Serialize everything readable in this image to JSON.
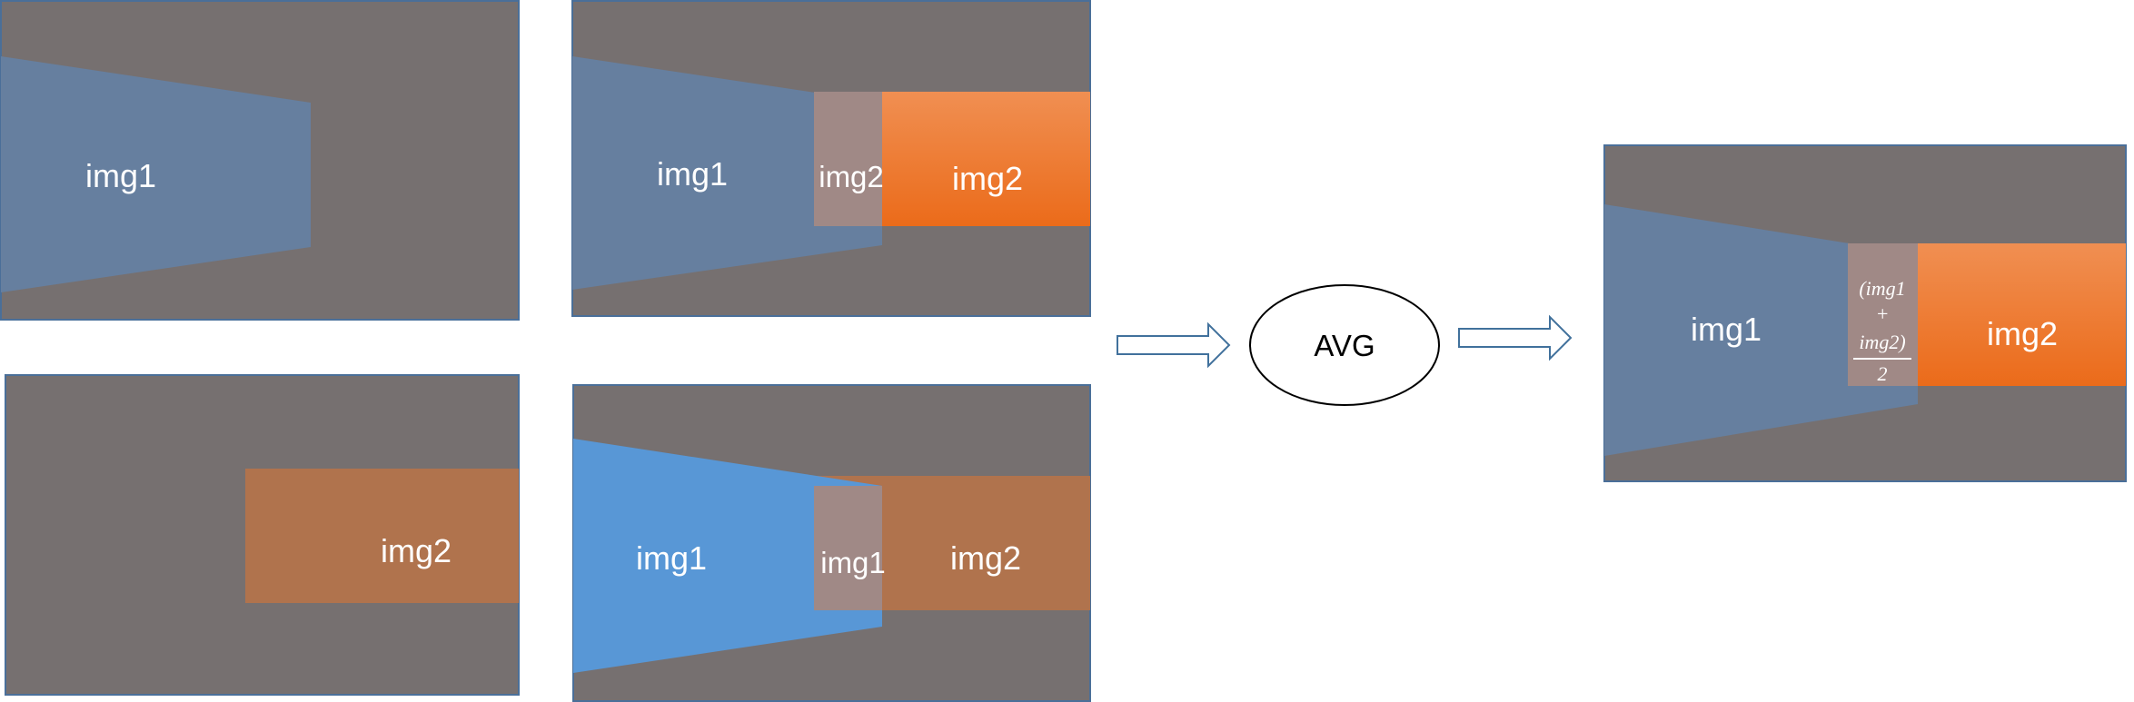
{
  "colors": {
    "background": "#767070",
    "frame_border": "#4a6f99",
    "img1_blend": "#667f9f",
    "img1_bright": "#5897d6",
    "img2_muted": "#b0734d",
    "img2_orange_top": "#f08f52",
    "img2_orange_bottom": "#eb6b1a",
    "overlap": "#a08986",
    "arrow_stroke": "#41719c"
  },
  "panels": {
    "img1_only": {
      "img1_label": "img1"
    },
    "img2_only": {
      "img2_label": "img2"
    },
    "overlay_img2_on_top": {
      "img1_label": "img1",
      "overlap_label": "img2",
      "img2_label": "img2"
    },
    "overlay_img1_on_top": {
      "img1_label": "img1",
      "overlap_label": "img1",
      "img2_label": "img2"
    },
    "result": {
      "img1_label": "img1",
      "img2_label": "img2",
      "formula": {
        "line1": "(img1",
        "line2": "+",
        "line3": "img2)",
        "denominator": "2"
      }
    }
  },
  "operation": {
    "label": "AVG"
  }
}
